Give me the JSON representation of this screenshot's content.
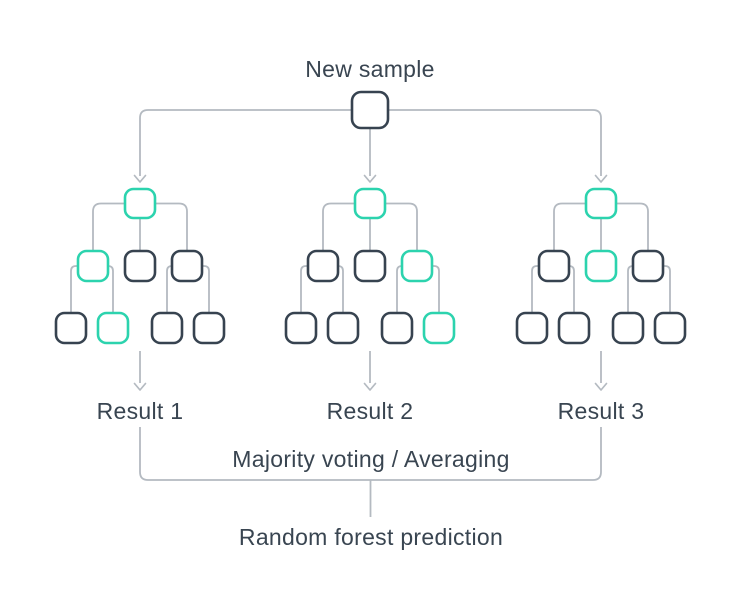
{
  "diagram": {
    "new_sample_label": "New sample",
    "aggregation_label": "Majority voting / Averaging",
    "final_label": "Random forest prediction",
    "colors": {
      "highlight": "#2cd3ae",
      "node_stroke": "#374350",
      "connector": "#b4bac1",
      "text": "#394551",
      "background": "#ffffff"
    },
    "trees": [
      {
        "result_label": "Result 1",
        "root": "highlight",
        "level2": [
          "highlight",
          "normal",
          "normal"
        ],
        "leaves": [
          "normal",
          "highlight",
          "normal",
          "normal"
        ]
      },
      {
        "result_label": "Result 2",
        "root": "highlight",
        "level2": [
          "normal",
          "normal",
          "highlight"
        ],
        "leaves": [
          "normal",
          "normal",
          "normal",
          "highlight"
        ]
      },
      {
        "result_label": "Result 3",
        "root": "highlight",
        "level2": [
          "normal",
          "highlight",
          "normal"
        ],
        "leaves": [
          "normal",
          "normal",
          "normal",
          "normal"
        ]
      }
    ]
  }
}
